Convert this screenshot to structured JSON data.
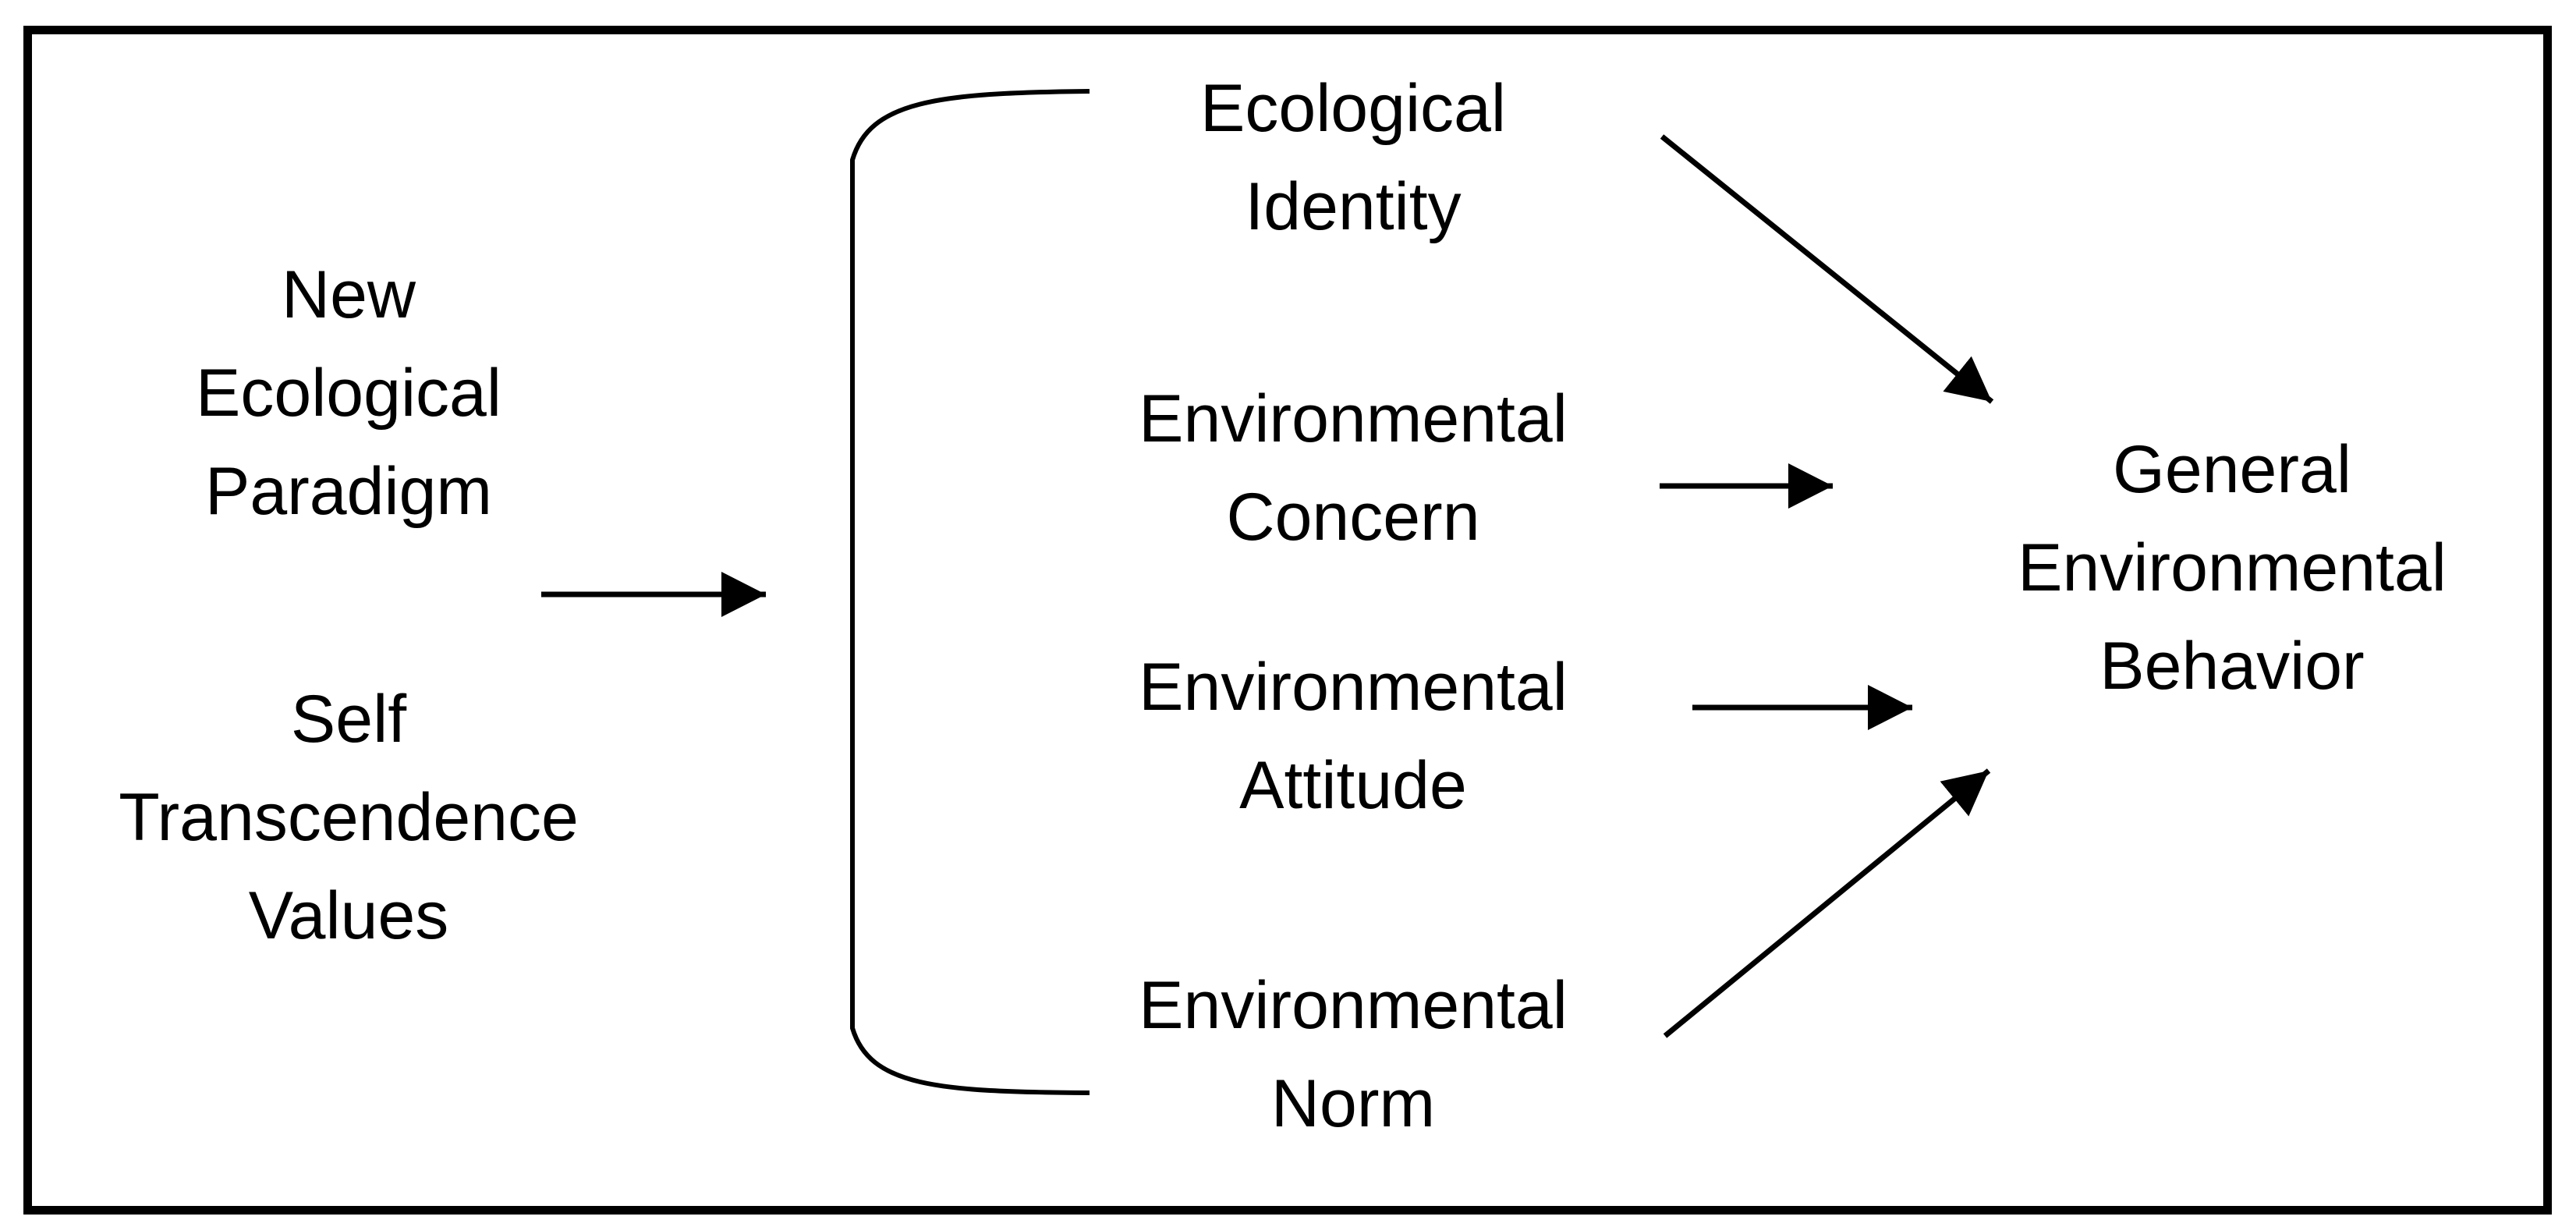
{
  "colors": {
    "ink": "#000000",
    "background": "#ffffff"
  },
  "antecedents": [
    {
      "label": "New\nEcological\nParadigm"
    },
    {
      "label": "Self\nTranscendence\nValues"
    }
  ],
  "mediators": [
    {
      "label": "Ecological\nIdentity"
    },
    {
      "label": "Environmental\nConcern"
    },
    {
      "label": "Environmental\nAttitude"
    },
    {
      "label": "Environmental\nNorm"
    }
  ],
  "outcome": {
    "label": "General\nEnvironmental\nBehavior"
  }
}
